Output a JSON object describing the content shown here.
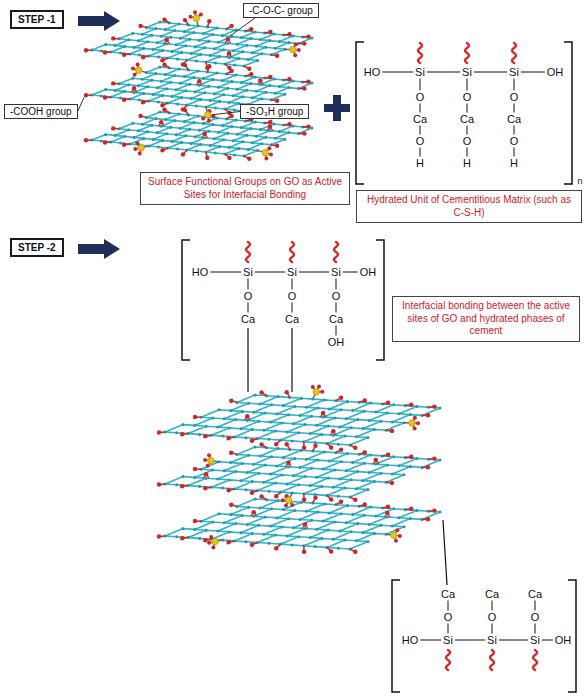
{
  "diagram": {
    "nodes": [
      {
        "text": [
          "STEP -1"
        ]
      },
      {
        "text": [
          "-C-O-C- group"
        ]
      },
      {
        "text": [
          "-COOH group"
        ]
      },
      {
        "text": [
          "-SO₃H group"
        ]
      },
      {
        "text": [
          "Surface Functional Groups on GO as Active Sites for Interfacial Bonding"
        ]
      },
      {
        "text": [
          "Hydrated Unit of Cementitious Matrix (such as C-S-H)"
        ]
      },
      {
        "text": [
          "STEP -2"
        ]
      },
      {
        "text": [
          "Interfacial bonding between the active sites of GO and hydrated phases of cement"
        ]
      }
    ],
    "labels": [
      "HO",
      "Si",
      "Si",
      "Si",
      "OH",
      "O",
      "O",
      "O",
      "Ca",
      "Ca",
      "Ca",
      "O",
      "O",
      "O",
      "H",
      "H",
      "H",
      "n",
      "HO",
      "Si",
      "Si",
      "Si",
      "OH",
      "O",
      "O",
      "O",
      "Ca",
      "Ca",
      "Ca",
      "OH",
      "Ca",
      "Ca",
      "Ca",
      "O",
      "O",
      "O",
      "HO",
      "Si",
      "Si",
      "Si",
      "OH"
    ]
  }
}
